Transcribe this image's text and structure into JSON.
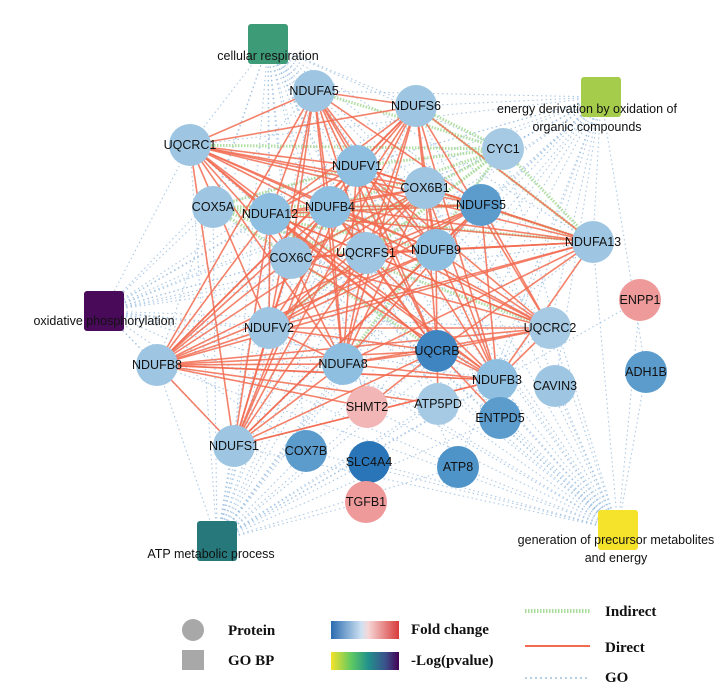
{
  "colors": {
    "direct_edge": "#f26b50",
    "indirect_edge": "#a8dc9a",
    "go_edge": "#9dbfe0",
    "protein_default": "#9ec6e2",
    "legend_protein_shape": "#a8a8a8",
    "legend_go_shape": "#a8a8a8"
  },
  "proteins": [
    {
      "id": "NDUFA5",
      "label": "NDUFA5",
      "color": "#9ec6e2"
    },
    {
      "id": "NDUFS6",
      "label": "NDUFS6",
      "color": "#9ec6e2"
    },
    {
      "id": "UQCRC1",
      "label": "UQCRC1",
      "color": "#9ec6e2"
    },
    {
      "id": "CYC1",
      "label": "CYC1",
      "color": "#a6cae3"
    },
    {
      "id": "NDUFV1",
      "label": "NDUFV1",
      "color": "#8fbfe0"
    },
    {
      "id": "COX6B1",
      "label": "COX6B1",
      "color": "#9ec6e2"
    },
    {
      "id": "NDUFS5",
      "label": "NDUFS5",
      "color": "#5b9ccd"
    },
    {
      "id": "COX5A",
      "label": "COX5A",
      "color": "#9ec6e2"
    },
    {
      "id": "NDUFA12",
      "label": "NDUFA12",
      "color": "#8fbfe0"
    },
    {
      "id": "NDUFB4",
      "label": "NDUFB4",
      "color": "#8fbfe0"
    },
    {
      "id": "NDUFA13",
      "label": "NDUFA13",
      "color": "#9ec6e2"
    },
    {
      "id": "COX6C",
      "label": "COX6C",
      "color": "#9ec6e2"
    },
    {
      "id": "UQCRFS1",
      "label": "UQCRFS1",
      "color": "#9ec6e2"
    },
    {
      "id": "NDUFB9",
      "label": "NDUFB9",
      "color": "#8fbfe0"
    },
    {
      "id": "ENPP1",
      "label": "ENPP1",
      "color": "#ef9a9a"
    },
    {
      "id": "NDUFV2",
      "label": "NDUFV2",
      "color": "#9ec6e2"
    },
    {
      "id": "UQCRC2",
      "label": "UQCRC2",
      "color": "#a6cae3"
    },
    {
      "id": "UQCRB",
      "label": "UQCRB",
      "color": "#3e85c2"
    },
    {
      "id": "NDUFB8",
      "label": "NDUFB8",
      "color": "#9ec6e2"
    },
    {
      "id": "NDUFA8",
      "label": "NDUFA8",
      "color": "#8fbfe0"
    },
    {
      "id": "NDUFB3",
      "label": "NDUFB3",
      "color": "#8fbfe0"
    },
    {
      "id": "ADH1B",
      "label": "ADH1B",
      "color": "#5b9ccd"
    },
    {
      "id": "CAVIN3",
      "label": "CAVIN3",
      "color": "#9ec6e2"
    },
    {
      "id": "SHMT2",
      "label": "SHMT2",
      "color": "#f2b6b6"
    },
    {
      "id": "ATP5PD",
      "label": "ATP5PD",
      "color": "#a6cae3"
    },
    {
      "id": "ENTPD5",
      "label": "ENTPD5",
      "color": "#5b9ccd"
    },
    {
      "id": "NDUFS1",
      "label": "NDUFS1",
      "color": "#9ec6e2"
    },
    {
      "id": "COX7B",
      "label": "COX7B",
      "color": "#5b9ccd"
    },
    {
      "id": "SLC4A4",
      "label": "SLC4A4",
      "color": "#2a75b8"
    },
    {
      "id": "ATP8",
      "label": "ATP8",
      "color": "#4f94c9"
    },
    {
      "id": "TGFB1",
      "label": "TGFB1",
      "color": "#ef9a9a"
    }
  ],
  "go_terms": [
    {
      "id": "cellular_respiration",
      "label_lines": [
        "cellular respiration"
      ],
      "color": "#3e9b77"
    },
    {
      "id": "energy_derivation",
      "label_lines": [
        "energy derivation by oxidation of",
        "organic compounds"
      ],
      "color": "#a6cc4c"
    },
    {
      "id": "oxidative_phosphorylation",
      "label_lines": [
        "oxidative phosphorylation"
      ],
      "color": "#4a0a5a"
    },
    {
      "id": "atp_metabolic",
      "label_lines": [
        "ATP metabolic process"
      ],
      "color": "#26787a"
    },
    {
      "id": "precursor_metabolites",
      "label_lines": [
        "generation of precursor metabolites",
        "and energy"
      ],
      "color": "#f5e22a"
    }
  ],
  "legend": {
    "protein": "Protein",
    "go_bp": "GO BP",
    "fold_change": "Fold change",
    "neg_log_pvalue": "-Log(pvalue)",
    "indirect": "Indirect",
    "direct": "Direct",
    "go": "GO"
  }
}
